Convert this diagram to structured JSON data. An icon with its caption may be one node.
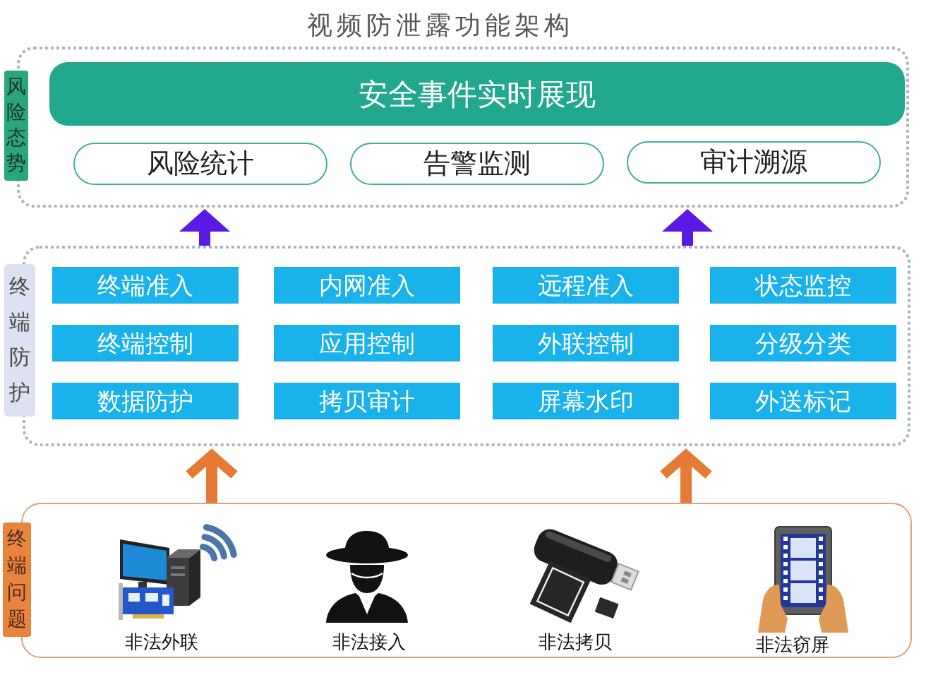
{
  "diagram": {
    "title": "视频防泄露功能架构",
    "nodes": [
      {
        "text": [
          "风险态势"
        ]
      },
      {
        "text": [],
        "shape": "box"
      },
      {
        "text": [
          "安全事件实时展现"
        ],
        "in": 1
      },
      {
        "text": [
          "风险统计"
        ],
        "in": 1
      },
      {
        "text": [
          "告警监测"
        ],
        "in": 1
      },
      {
        "text": [
          "审计溯源"
        ],
        "in": 1
      },
      {
        "text": [
          "终端防护"
        ]
      },
      {
        "text": [],
        "shape": "box"
      },
      {
        "text": [
          "终端准入"
        ],
        "in": 7
      },
      {
        "text": [
          "内网准入"
        ],
        "in": 7
      },
      {
        "text": [
          "远程准入"
        ],
        "in": 7
      },
      {
        "text": [
          "状态监控"
        ],
        "in": 7
      },
      {
        "text": [
          "终端控制"
        ],
        "in": 7
      },
      {
        "text": [
          "应用控制"
        ],
        "in": 7
      },
      {
        "text": [
          "外联控制"
        ],
        "in": 7
      },
      {
        "text": [
          "分级分类"
        ],
        "in": 7
      },
      {
        "text": [
          "数据防护"
        ],
        "in": 7
      },
      {
        "text": [
          "拷贝审计"
        ],
        "in": 7
      },
      {
        "text": [
          "屏幕水印"
        ],
        "in": 7
      },
      {
        "text": [
          "外送标记"
        ],
        "in": 7
      },
      {
        "text": [
          "终端问题"
        ]
      },
      {
        "text": [],
        "shape": "box"
      },
      {
        "text": [],
        "shape": "picture",
        "beside": [
          "非法外联"
        ],
        "in": 21
      },
      {
        "text": [],
        "shape": "picture",
        "beside": [
          "非法接入"
        ],
        "in": 21
      },
      {
        "text": [],
        "shape": "picture",
        "beside": [
          "非法拷贝"
        ],
        "in": 21
      },
      {
        "text": [],
        "shape": "picture",
        "beside": [
          "非法窃屏"
        ],
        "in": 21
      }
    ],
    "edges": [
      {
        "from": 21,
        "to": 7,
        "arrow": "to",
        "color": "#e57a35"
      },
      {
        "from": 21,
        "to": 7,
        "arrow": "to",
        "color": "#e57a35"
      },
      {
        "from": 7,
        "to": 1,
        "arrow": "to",
        "color": "#5c18e4"
      },
      {
        "from": 7,
        "to": 1,
        "arrow": "to",
        "color": "#5c18e4"
      }
    ]
  }
}
